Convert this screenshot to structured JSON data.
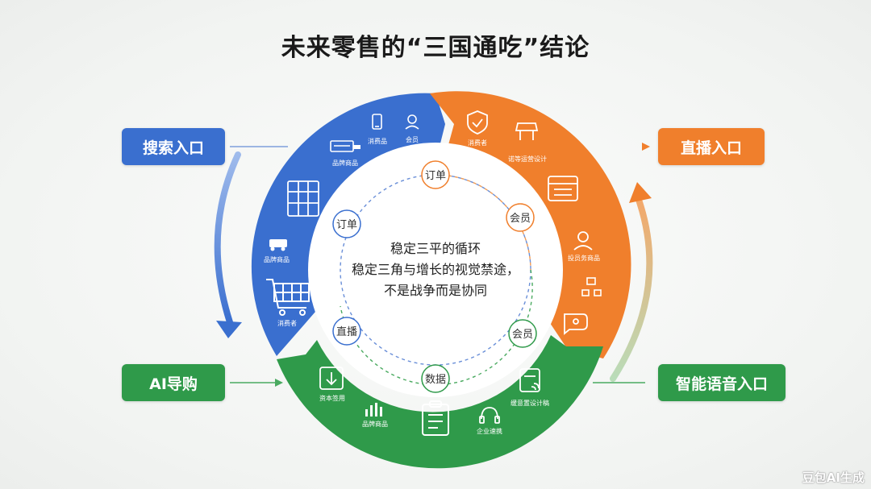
{
  "title": "未来零售的“三国通吃”结论",
  "entries": {
    "search": "搜索入口",
    "live": "直播入口",
    "ai": "AI导购",
    "voice": "智能语音入口"
  },
  "center": {
    "line1": "稳定三平的循环",
    "line2": "稳定三角与增长的视觉禁途，",
    "line3": "不是战争而是协同"
  },
  "nodes": {
    "top": "订单",
    "left": "订单",
    "right_top": "会员",
    "right_bottom": "会员",
    "left_bottom": "直播",
    "bottom": "数据"
  },
  "blue_labels": {
    "consumer_goods": "消费品",
    "member": "会员",
    "brand_goods_1": "品牌商品",
    "brand_goods_2": "品牌商品",
    "consumer": "消费者"
  },
  "orange_labels": {
    "consumer": "消费者",
    "design": "诺等运营设计",
    "service_goods": "投员务商品"
  },
  "green_labels": {
    "capital": "资本签用",
    "brand_goods": "品牌商品",
    "enterprise": "企业速携",
    "design": "缓意置设计稿"
  },
  "watermark": "豆包AI生成",
  "colors": {
    "blue": "#3a6fcf",
    "orange": "#f07f2c",
    "green": "#2f9a4a"
  }
}
